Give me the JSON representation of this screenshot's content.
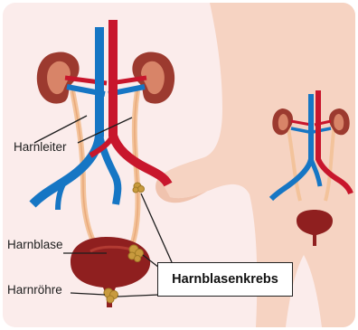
{
  "labels": {
    "ureter": "Harnleiter",
    "bladder": "Harnblase",
    "urethra": "Harnröhre",
    "callout": "Harnblasenkrebs"
  },
  "colors": {
    "background": "#fbeceb",
    "body_silhouette": "#f6d3c2",
    "kidney": "#9c3a2f",
    "kidney_inner": "#d88468",
    "artery": "#c8162c",
    "vein": "#1676c4",
    "ureter": "#f3c39b",
    "bladder": "#8f1f1f",
    "tumor": "#c89a3e"
  }
}
